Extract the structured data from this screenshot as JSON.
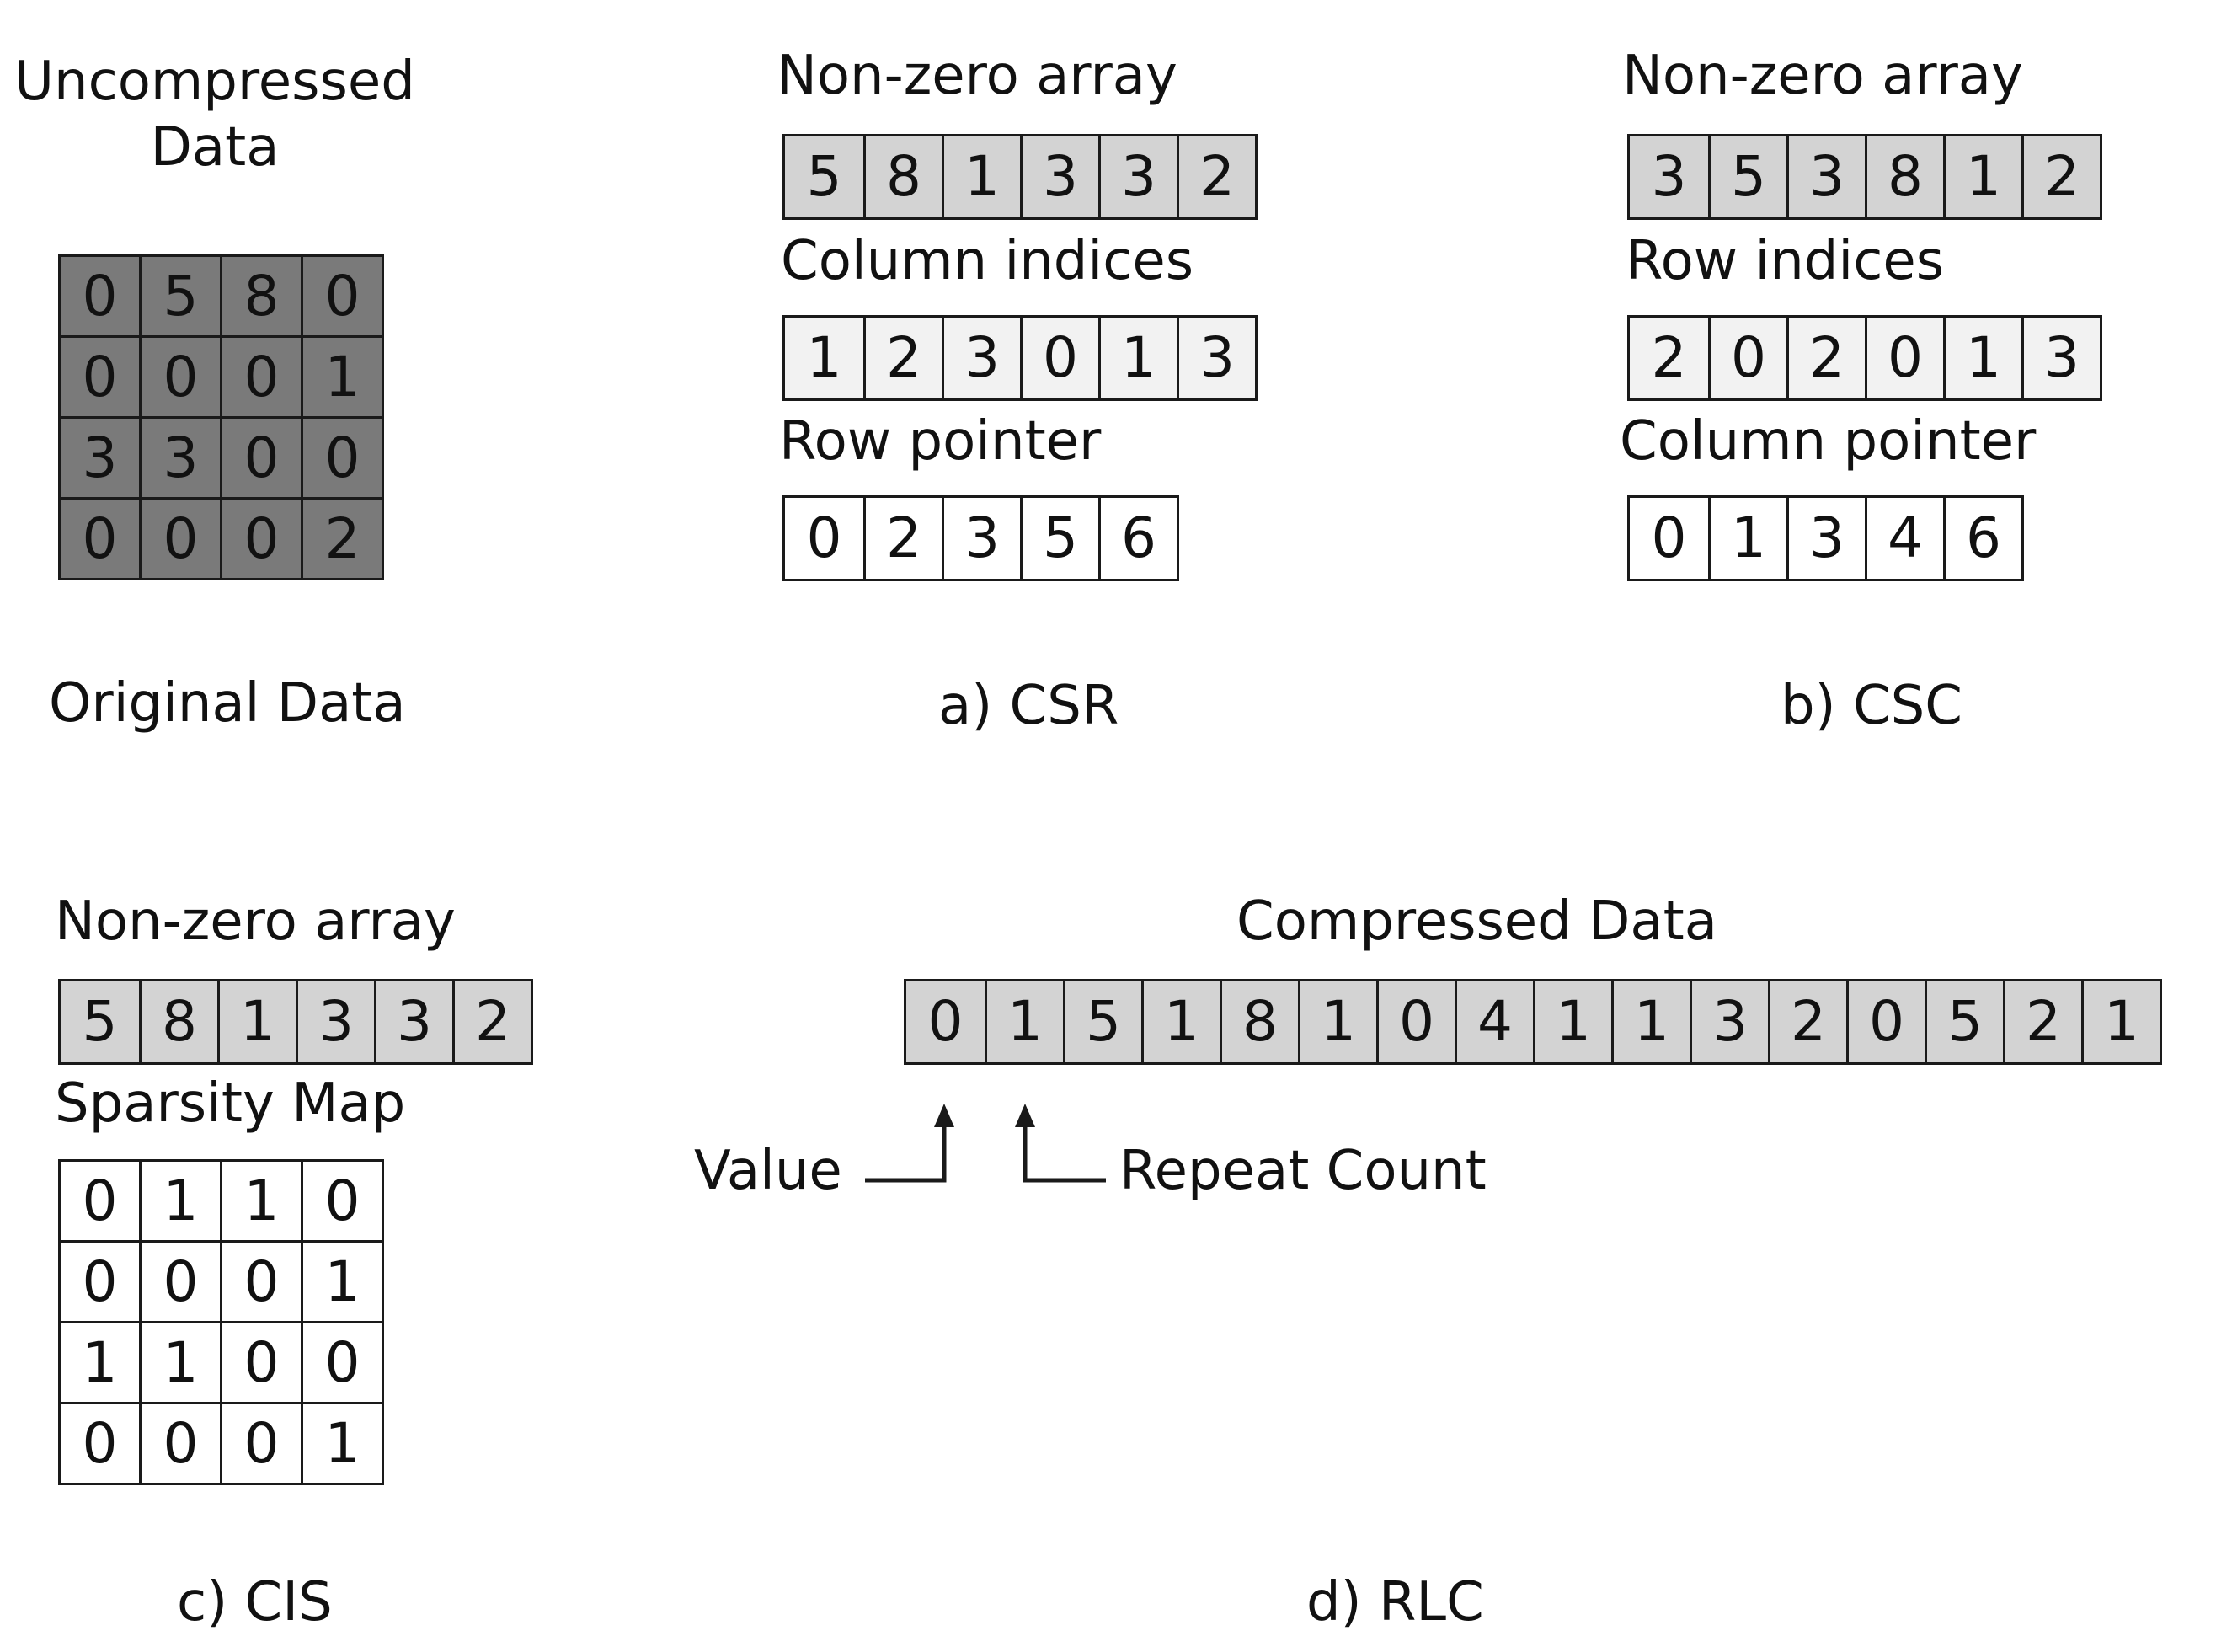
{
  "original": {
    "title": "Uncompressed\nData",
    "matrix": [
      [
        "0",
        "5",
        "8",
        "0"
      ],
      [
        "0",
        "0",
        "0",
        "1"
      ],
      [
        "3",
        "3",
        "0",
        "0"
      ],
      [
        "0",
        "0",
        "0",
        "2"
      ]
    ],
    "caption": "Original Data",
    "fill_color": "#7a7a7a"
  },
  "csr": {
    "values_label": "Non-zero array",
    "values": [
      "5",
      "8",
      "1",
      "3",
      "3",
      "2"
    ],
    "indices_label": "Column indices",
    "indices": [
      "1",
      "2",
      "3",
      "0",
      "1",
      "3"
    ],
    "pointer_label": "Row pointer",
    "pointer": [
      "0",
      "2",
      "3",
      "5",
      "6"
    ],
    "caption": "a) CSR"
  },
  "csc": {
    "values_label": "Non-zero array",
    "values": [
      "3",
      "5",
      "3",
      "8",
      "1",
      "2"
    ],
    "indices_label": "Row indices",
    "indices": [
      "2",
      "0",
      "2",
      "0",
      "1",
      "3"
    ],
    "pointer_label": "Column pointer",
    "pointer": [
      "0",
      "1",
      "3",
      "4",
      "6"
    ],
    "caption": "b) CSC"
  },
  "cis": {
    "values_label": "Non-zero array",
    "values": [
      "5",
      "8",
      "1",
      "3",
      "3",
      "2"
    ],
    "map_label": "Sparsity Map",
    "map": [
      [
        "0",
        "1",
        "1",
        "0"
      ],
      [
        "0",
        "0",
        "0",
        "1"
      ],
      [
        "1",
        "1",
        "0",
        "0"
      ],
      [
        "0",
        "0",
        "0",
        "1"
      ]
    ],
    "caption": "c) CIS"
  },
  "rlc": {
    "title": "Compressed Data",
    "values": [
      "0",
      "1",
      "5",
      "1",
      "8",
      "1",
      "0",
      "4",
      "1",
      "1",
      "3",
      "2",
      "0",
      "5",
      "2",
      "1"
    ],
    "value_label": "Value",
    "repeat_label": "Repeat Count",
    "caption": "d) RLC"
  },
  "colors": {
    "values_fill": "#d3d3d3",
    "indices_fill": "#f2f2f2",
    "pointer_fill": "#ffffff",
    "stroke": "#1a1a1a"
  }
}
